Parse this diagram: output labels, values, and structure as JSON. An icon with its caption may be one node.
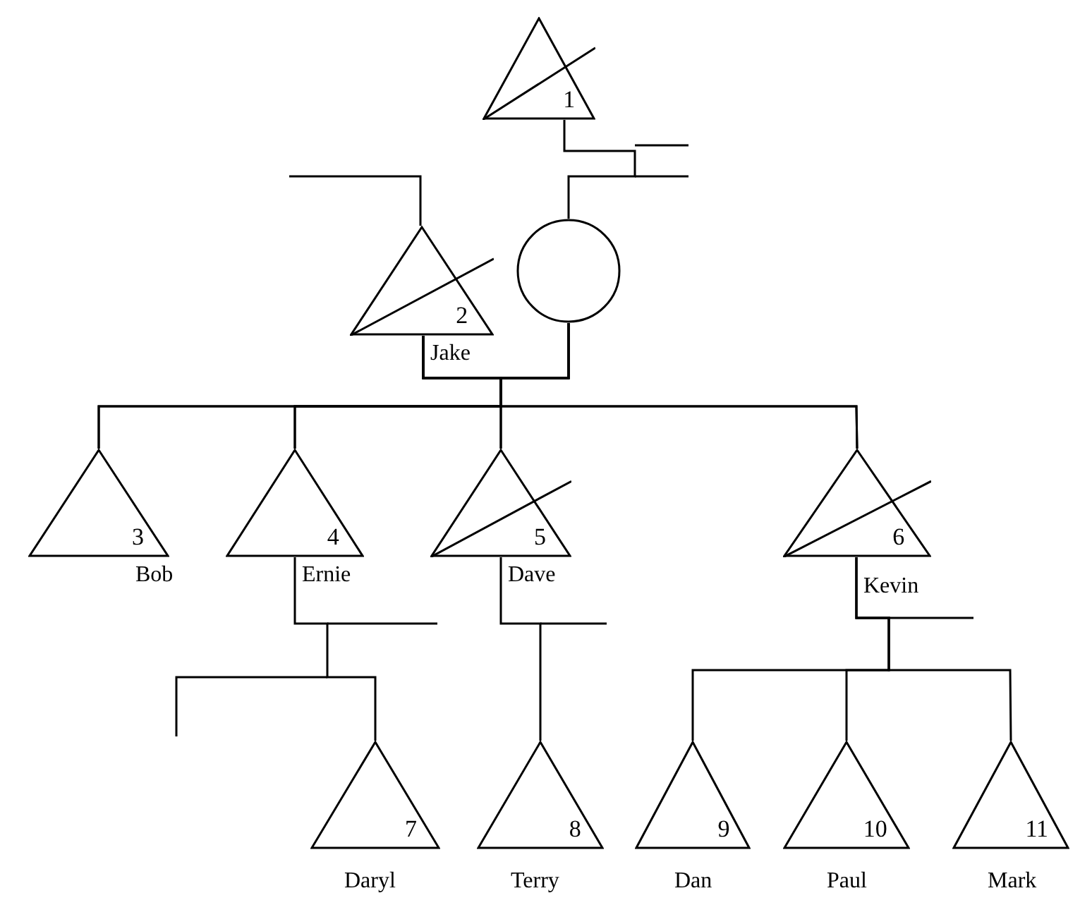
{
  "diagram": {
    "nodes": [
      {
        "text": [
          "1"
        ]
      },
      {
        "text": [],
        "shape": "circle"
      },
      {
        "text": [
          "2"
        ],
        "beside": [
          "Jake"
        ]
      },
      {
        "text": [
          "3"
        ],
        "beside": [
          "Bob"
        ]
      },
      {
        "text": [
          "4"
        ],
        "beside": [
          "Ernie"
        ]
      },
      {
        "text": [
          "5"
        ],
        "beside": [
          "Dave"
        ]
      },
      {
        "text": [
          "6"
        ],
        "beside": [
          "Kevin"
        ]
      },
      {
        "text": [
          "7"
        ],
        "beside": [
          "Daryl"
        ]
      },
      {
        "text": [
          "8"
        ],
        "beside": [
          "Terry"
        ]
      },
      {
        "text": [
          "9"
        ],
        "beside": [
          "Dan"
        ]
      },
      {
        "text": [
          "10"
        ],
        "beside": [
          "Paul"
        ]
      },
      {
        "text": [
          "11"
        ],
        "beside": [
          "Mark"
        ]
      }
    ],
    "edges": [
      {
        "from": 0,
        "to": 1,
        "arrow": "none"
      },
      {
        "from": 2,
        "to": null,
        "arrow": "none"
      },
      {
        "from": 2,
        "to": 1,
        "arrow": "none"
      },
      {
        "from": 2,
        "to": 3,
        "arrow": "none"
      },
      {
        "from": 2,
        "to": 4,
        "arrow": "none"
      },
      {
        "from": 2,
        "to": 5,
        "arrow": "none"
      },
      {
        "from": 2,
        "to": 6,
        "arrow": "none"
      },
      {
        "from": 1,
        "to": 3,
        "arrow": "none"
      },
      {
        "from": 1,
        "to": 4,
        "arrow": "none"
      },
      {
        "from": 1,
        "to": 5,
        "arrow": "none"
      },
      {
        "from": 1,
        "to": 6,
        "arrow": "none"
      },
      {
        "from": 4,
        "to": 7,
        "arrow": "none"
      },
      {
        "from": 5,
        "to": 8,
        "arrow": "none"
      },
      {
        "from": 6,
        "to": 9,
        "arrow": "none"
      },
      {
        "from": 6,
        "to": 10,
        "arrow": "none"
      },
      {
        "from": 6,
        "to": 11,
        "arrow": "none"
      }
    ]
  }
}
